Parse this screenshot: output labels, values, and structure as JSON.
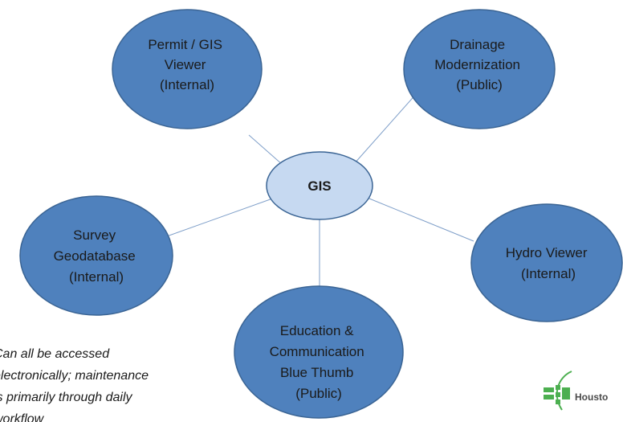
{
  "hub": {
    "label": "GIS"
  },
  "nodes": [
    {
      "id": "permit-gis-viewer",
      "lines": [
        "Permit / GIS",
        "Viewer",
        "(Internal)"
      ]
    },
    {
      "id": "drainage-modernization",
      "lines": [
        "Drainage",
        "Modernization",
        "(Public)"
      ]
    },
    {
      "id": "survey-geodatabase",
      "lines": [
        "Survey",
        "Geodatabase",
        "(Internal)"
      ]
    },
    {
      "id": "hydro-viewer",
      "lines": [
        "Hydro Viewer",
        "(Internal)"
      ]
    },
    {
      "id": "education-communication",
      "lines": [
        "Education &",
        "Communication",
        "Blue Thumb",
        "(Public)"
      ]
    }
  ],
  "note": {
    "lines": [
      "Can all be accessed",
      "electronically; maintenance",
      "is primarily through daily",
      "workflow"
    ]
  },
  "logo": {
    "text": "Housto"
  },
  "colors": {
    "node_fill": "#4f81bd",
    "node_stroke": "#3a6494",
    "hub_fill": "#c6d9f1",
    "connector": "#7f9fc9",
    "logo_green": "#4caf50"
  }
}
